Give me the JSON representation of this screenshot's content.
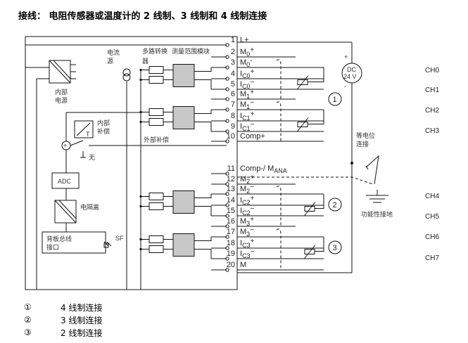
{
  "title": "接线： 电阻传感器或温度计的 2 线制、3 线制和 4 线制连接",
  "labels": {
    "current_source": [
      "电流",
      "源"
    ],
    "mux": [
      "多路转换",
      "器"
    ],
    "range_module": "测量范围模块",
    "internal_power": [
      "内部",
      "电源"
    ],
    "internal_comp": [
      "内部",
      "补偿"
    ],
    "external_comp": "外部补偿",
    "none": "无",
    "adc": "ADC",
    "isolation": "电隔离",
    "backplane": [
      "背板总线",
      "接口"
    ],
    "sf": "SF",
    "dc": [
      "DC",
      "24 V"
    ],
    "plus": "+",
    "minus": "-",
    "equipotential": [
      "等电位",
      "连接"
    ],
    "functional_ground": "功能性接地",
    "t": "T"
  },
  "terminals": [
    {
      "n": "1",
      "m": "L+",
      "s": "",
      "p": ""
    },
    {
      "n": "2",
      "m": "M",
      "s": "0",
      "p": "+"
    },
    {
      "n": "3",
      "m": "M",
      "s": "0",
      "p": "-"
    },
    {
      "n": "4",
      "m": "I",
      "s": "C0",
      "p": "+"
    },
    {
      "n": "5",
      "m": "I",
      "s": "C0",
      "p": "−"
    },
    {
      "n": "6",
      "m": "M",
      "s": "1",
      "p": "+"
    },
    {
      "n": "7",
      "m": "M",
      "s": "1",
      "p": "−"
    },
    {
      "n": "8",
      "m": "I",
      "s": "C1",
      "p": "+"
    },
    {
      "n": "9",
      "m": "I",
      "s": "C1",
      "p": "−"
    },
    {
      "n": "10",
      "m": "Comp+",
      "s": "",
      "p": ""
    },
    {
      "n": "11",
      "m": "Comp-/ M",
      "s": "ANA",
      "p": ""
    },
    {
      "n": "12",
      "m": "M",
      "s": "2",
      "p": "+"
    },
    {
      "n": "13",
      "m": "M",
      "s": "2",
      "p": "−"
    },
    {
      "n": "14",
      "m": "I",
      "s": "C2",
      "p": "+"
    },
    {
      "n": "15",
      "m": "I",
      "s": "C2",
      "p": "−"
    },
    {
      "n": "16",
      "m": "M",
      "s": "3",
      "p": "+"
    },
    {
      "n": "17",
      "m": "M",
      "s": "3",
      "p": "−"
    },
    {
      "n": "18",
      "m": "I",
      "s": "C3",
      "p": "+"
    },
    {
      "n": "19",
      "m": "I",
      "s": "C3",
      "p": "−"
    },
    {
      "n": "20",
      "m": "M",
      "s": "",
      "p": ""
    }
  ],
  "channels": [
    "CH0",
    "CH1",
    "CH2",
    "CH3",
    "CH4",
    "CH5",
    "CH6",
    "CH7"
  ],
  "circle_marks": [
    "①",
    "②",
    "③"
  ],
  "legend": [
    {
      "mark": "①",
      "text": "4 线制连接"
    },
    {
      "mark": "②",
      "text": "3 线制连接"
    },
    {
      "mark": "③",
      "text": "2 线制连接"
    }
  ]
}
